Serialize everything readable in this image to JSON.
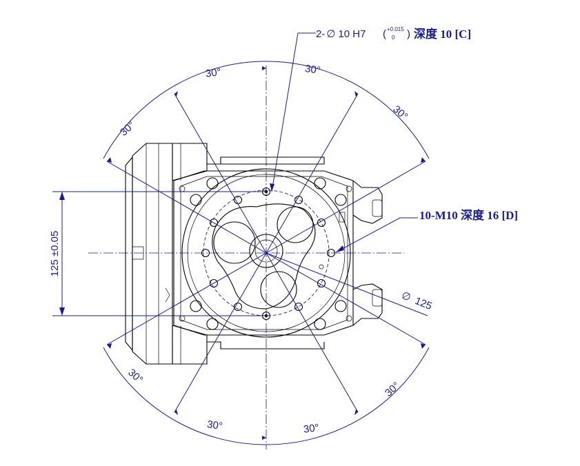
{
  "callouts": {
    "dowel_prefix": "2-",
    "dowel_phi": "∅",
    "dowel_size": "10 H7",
    "dowel_tol_upper": "+0.015",
    "dowel_tol_lower": "0",
    "dowel_depth": "深度 10 [C]",
    "tapped": "10-M10  深度 16 [D]",
    "pcd_phi": "∅",
    "pcd_value": "125",
    "spacing": "125 ±0.05"
  },
  "angles": {
    "top_left": "30°",
    "top_right": "30°",
    "upper_left": "30°",
    "upper_right": "30°",
    "lower_left": "30°",
    "lower_right": "30°",
    "bottom_left": "30°",
    "bottom_right": "30°"
  },
  "colors": {
    "dimension": "#1a1a8c",
    "part": "#000000"
  }
}
